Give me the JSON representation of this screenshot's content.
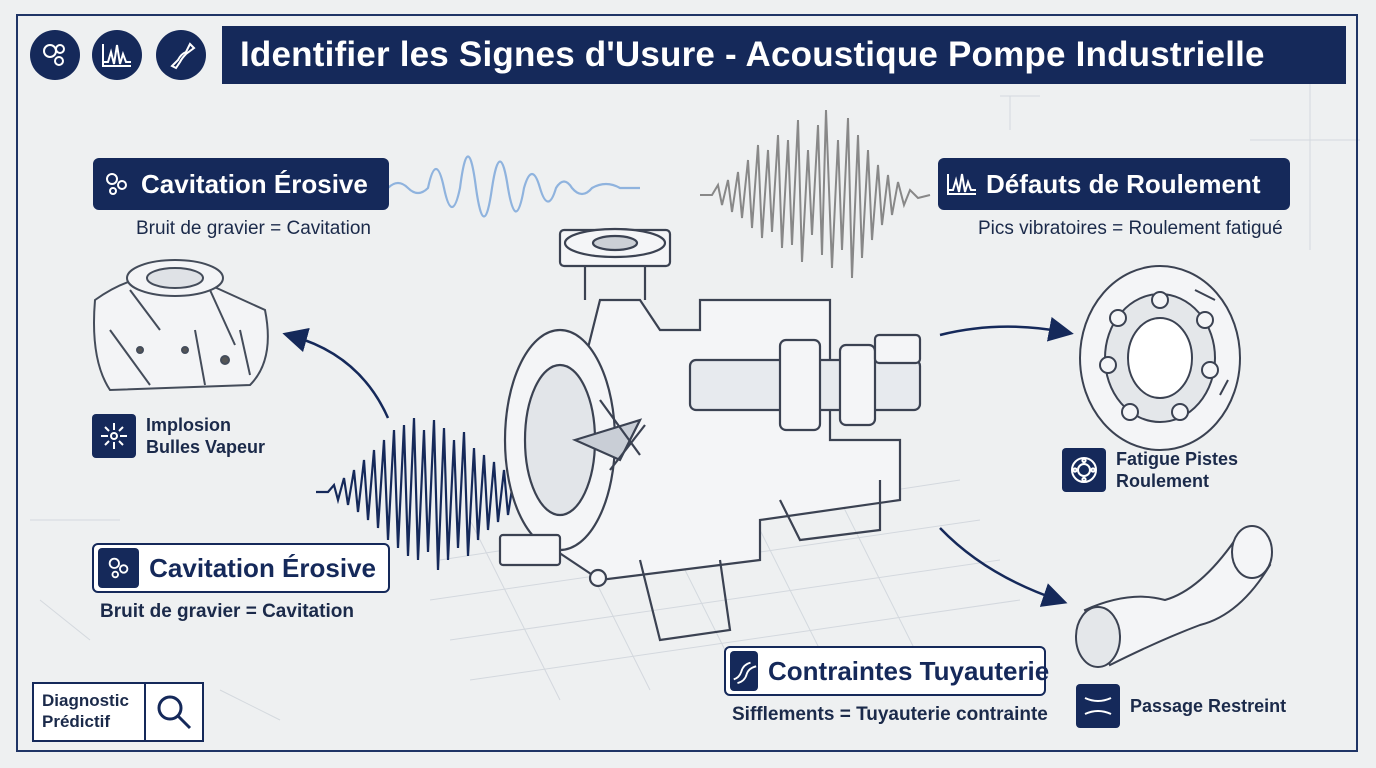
{
  "title": "Identifier les Signes d'Usure - Acoustique Pompe Industrielle",
  "header_icons": [
    "bubbles-icon",
    "waveform-icon",
    "pipe-icon"
  ],
  "colors": {
    "navy": "#15295a",
    "accent_blue": "#8fb3de",
    "gray_wave": "#888888",
    "background": "#eef0f1"
  },
  "sections": {
    "cavitation_top": {
      "label": "Cavitation Érosive",
      "caption": "Bruit de gravier = Cavitation"
    },
    "bearing": {
      "label": "Défauts de Roulement",
      "caption": "Pics vibratoires = Roulement fatigué"
    },
    "cavitation_bottom": {
      "label": "Cavitation Érosive",
      "caption": "Bruit de gravier = Cavitation"
    },
    "piping": {
      "label": "Contraintes Tuyauterie",
      "caption": "Sifflements = Tuyauterie contrainte"
    }
  },
  "callouts": {
    "implosion": {
      "line1": "Implosion",
      "line2": "Bulles Vapeur"
    },
    "bearing_fatigue": {
      "line1": "Fatigue Pistes",
      "line2": "Roulement"
    },
    "restricted": {
      "line1": "Passage Restreint"
    }
  },
  "diagnostic": {
    "line1": "Diagnostic",
    "line2": "Prédictif"
  }
}
